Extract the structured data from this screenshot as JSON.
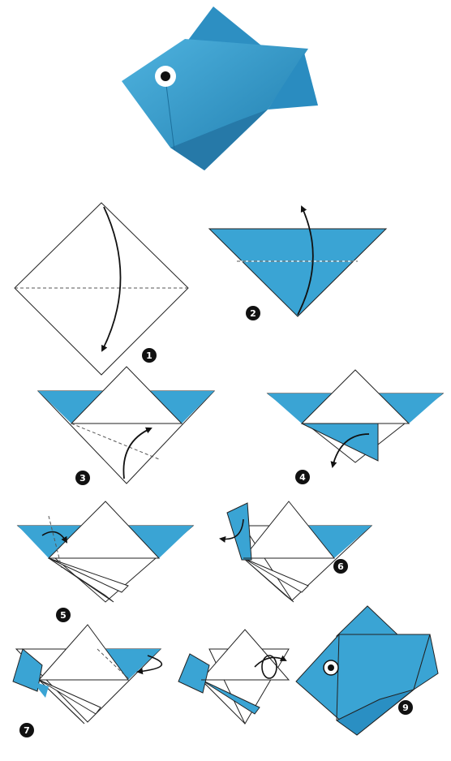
{
  "colors": {
    "paper_blue": "#3aa4d4",
    "paper_blue_dark": "#1e7fb0",
    "paper_white": "#ffffff",
    "outline": "#1a1a1a",
    "eye_ring": "#ffffff",
    "eye_pupil": "#111111"
  },
  "steps": [
    {
      "number": "1"
    },
    {
      "number": "2"
    },
    {
      "number": "3"
    },
    {
      "number": "4"
    },
    {
      "number": "5"
    },
    {
      "number": "6"
    },
    {
      "number": "7"
    },
    {
      "number": "9"
    }
  ],
  "icons": [
    "fold-arrow-icon",
    "turn-over-icon",
    "eye-icon"
  ]
}
